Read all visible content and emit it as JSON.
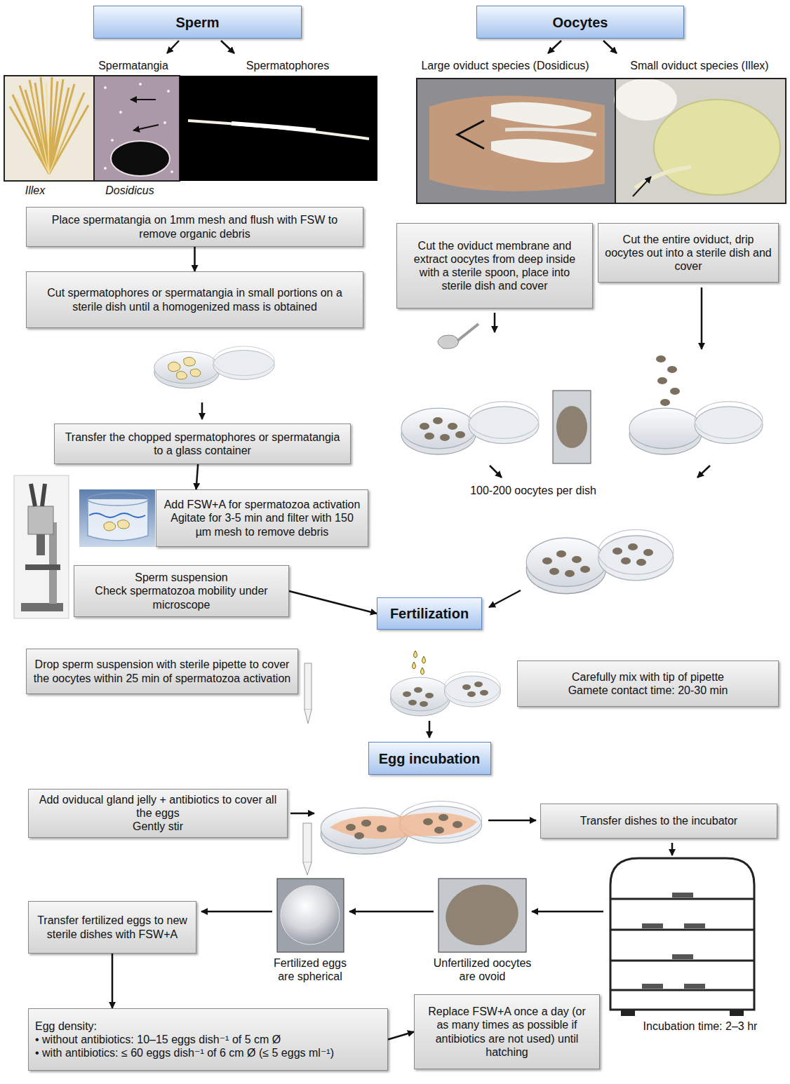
{
  "diagram": {
    "nodes": [
      {
        "text": [
          "Sperm"
        ]
      },
      {
        "text": [
          "Oocytes"
        ]
      },
      {
        "text": [
          "Place spermatangia on 1mm mesh and flush with FSW to remove organic debris"
        ]
      },
      {
        "text": [
          "Cut spermatophores or spermatangia in small portions on a sterile dish until a homogenized mass is obtained"
        ]
      },
      {
        "text": [
          "Transfer the chopped spermatophores or spermatangia to a glass container"
        ]
      },
      {
        "text": [
          "Add FSW+A for spermatozoa activation",
          "Agitate for 3-5 min and filter with 150 µm mesh to remove debris"
        ]
      },
      {
        "text": [
          "Sperm suspension",
          "Check spermatozoa mobility under microscope"
        ]
      },
      {
        "text": [
          "Cut the oviduct membrane and extract oocytes from deep inside with a sterile spoon, place into sterile dish and cover"
        ]
      },
      {
        "text": [
          "Cut the entire oviduct, drip oocytes out into a sterile dish and cover"
        ]
      },
      {
        "text": [
          "Fertilization"
        ]
      },
      {
        "text": [
          "Drop sperm suspension with sterile pipette to cover the oocytes within 25 min of spermatozoa activation"
        ]
      },
      {
        "text": [
          "Carefully mix with tip of pipette",
          "Gamete contact time: 20-30 min"
        ]
      },
      {
        "text": [
          "Egg incubation"
        ]
      },
      {
        "text": [
          "Add oviducal gland jelly + antibiotics to cover all the eggs",
          "Gently stir"
        ]
      },
      {
        "text": [
          "Transfer dishes to the incubator"
        ]
      },
      {
        "text": [
          "Transfer fertilized eggs to new sterile dishes with FSW+A"
        ]
      },
      {
        "text": [
          "Egg density:",
          "• without antibiotics: 10–15 eggs dish⁻¹ of 5 cm Ø",
          "• with antibiotics: ≤ 60 eggs dish⁻¹ of 6 cm Ø (≤ 5 eggs ml⁻¹)"
        ]
      },
      {
        "text": [
          "Replace FSW+A once a day (or as many times as possible if antibiotics are not used) until hatching"
        ]
      }
    ],
    "edges": [
      {
        "from": 2,
        "to": 3,
        "arrow": "to"
      },
      {
        "from": 4,
        "to": 5,
        "arrow": "to"
      },
      {
        "from": 6,
        "to": 9,
        "arrow": "to"
      },
      {
        "from": 15,
        "to": 16,
        "arrow": "to"
      },
      {
        "from": 16,
        "to": 17,
        "arrow": "to"
      }
    ],
    "labels": [
      "Spermatangia",
      "Spermatophores",
      "Illex",
      "Dosidicus",
      "Large oviduct species (Dosidicus)",
      "Small oviduct species (Illex)",
      "100-200 oocytes per dish",
      "Fertilized eggs are spherical",
      "Unfertilized oocytes are ovoid",
      "Incubation time: 2–3 hr"
    ]
  }
}
